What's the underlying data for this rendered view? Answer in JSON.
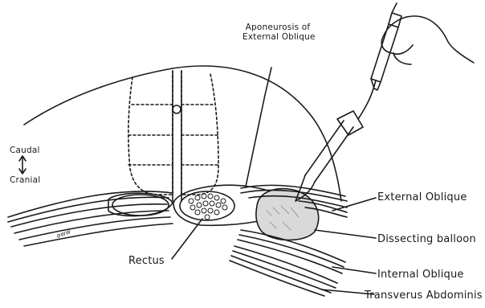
{
  "labels": {
    "aponeurosis_line1": "Aponeurosis of",
    "aponeurosis_line2": "External Oblique",
    "caudal": "Caudal",
    "cranial": "Cranial",
    "external_oblique": "External Oblique",
    "dissecting_balloon": "Dissecting balloon",
    "internal_oblique": "Internal Oblique",
    "transversus_abdominis": "Transverus Abdominis",
    "rectus": "Rectus",
    "artist_initials": "aww"
  },
  "colors": {
    "ink": "#1a1a1a",
    "paper": "#ffffff",
    "balloon_fill": "#d9d9d9"
  }
}
